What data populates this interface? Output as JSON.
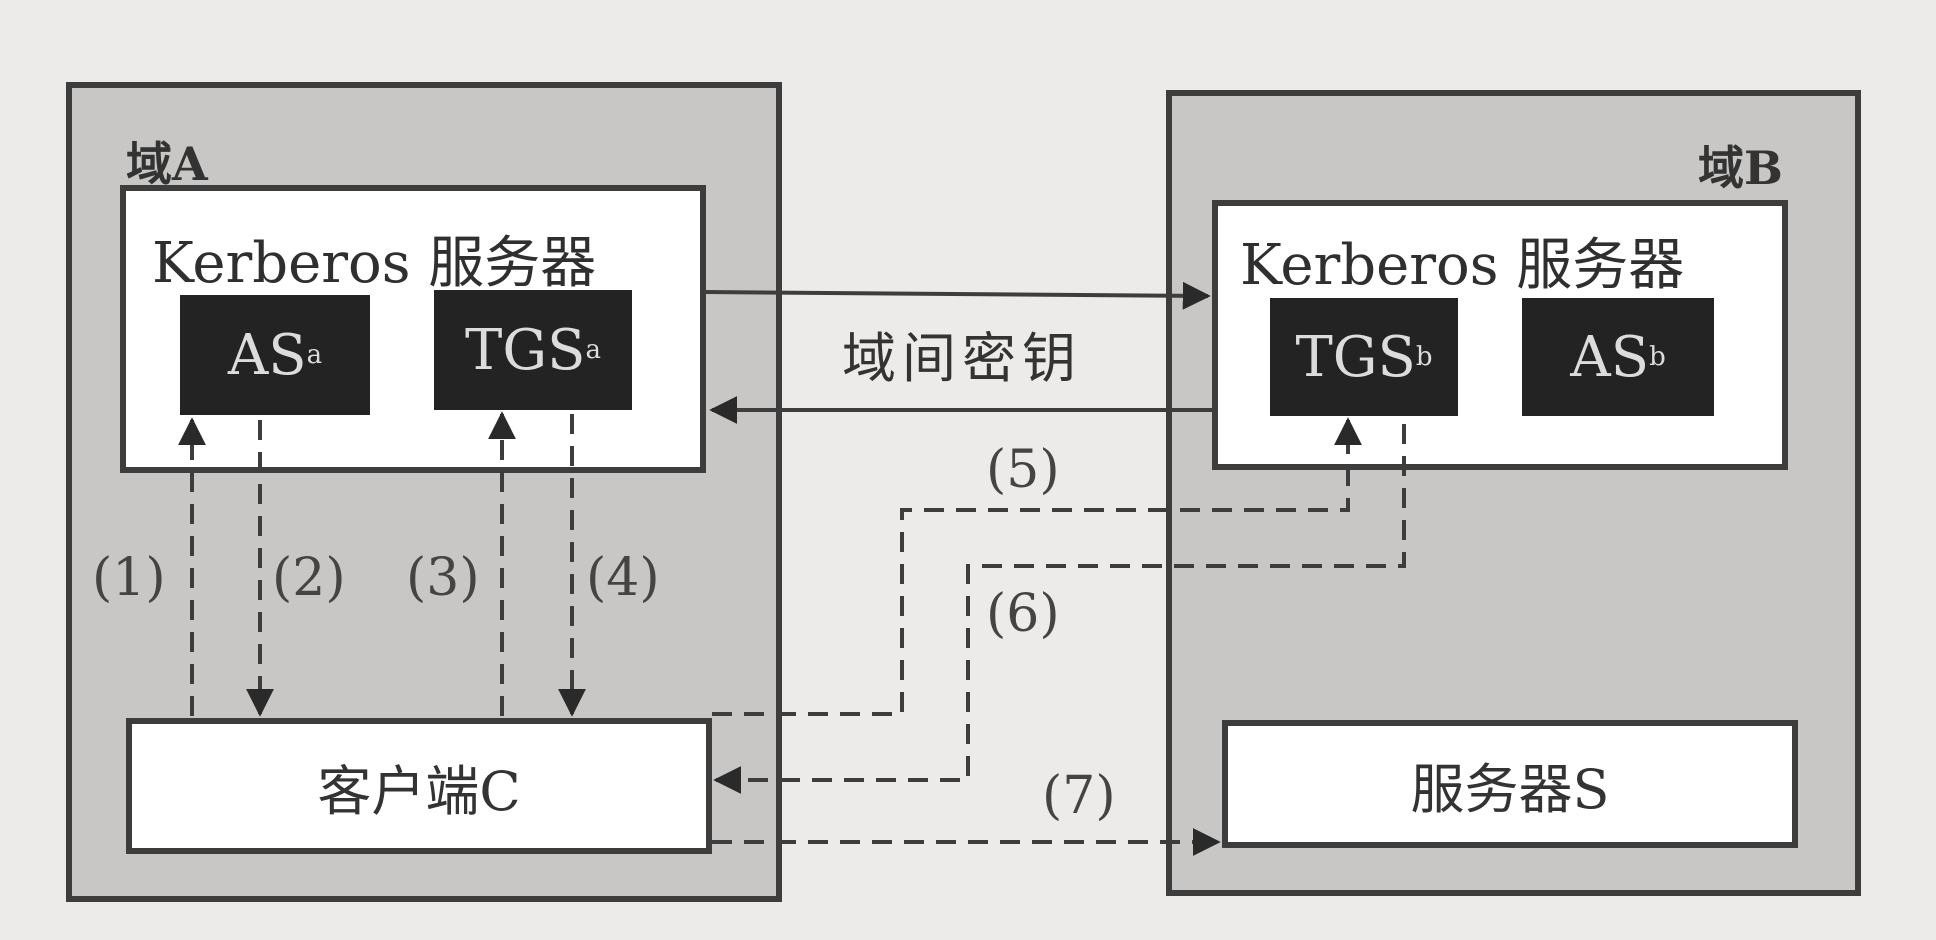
{
  "realm_a": {
    "label": "域A"
  },
  "realm_b": {
    "label": "域B"
  },
  "kerberos_a": {
    "title": "Kerberos 服务器",
    "as_base": "AS",
    "as_sub": "a",
    "tgs_base": "TGS",
    "tgs_sub": "a"
  },
  "kerberos_b": {
    "title": "Kerberos 服务器",
    "tgs_base": "TGS",
    "tgs_sub": "b",
    "as_base": "AS",
    "as_sub": "b"
  },
  "inter_realm_key": "域间密钥",
  "client": "客户端C",
  "server": "服务器S",
  "steps": [
    "(1)",
    "(2)",
    "(3)",
    "(4)",
    "(5)",
    "(6)",
    "(7)"
  ],
  "colors": {
    "realm_fill": "#c9c7c5",
    "dark_box": "#232323",
    "line": "#3d3d3d"
  }
}
